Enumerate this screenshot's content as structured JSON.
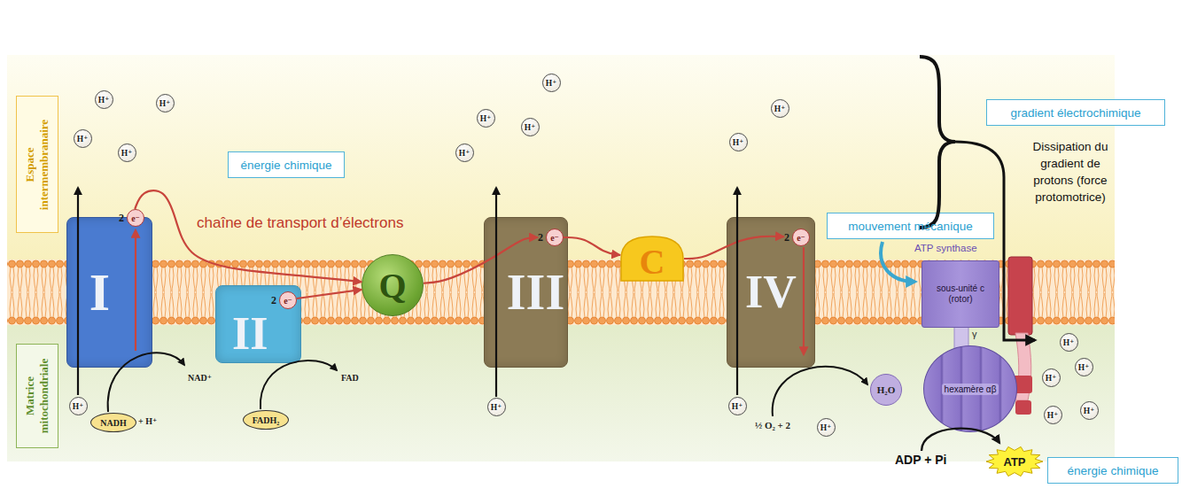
{
  "diagram": {
    "nodes": [
      {
        "text": [
          "Espace intermembranaire"
        ]
      },
      {
        "text": [
          "Matrice mitochondriale"
        ]
      },
      {
        "text": [
          "énergie chimique"
        ]
      },
      {
        "text": [
          "I"
        ]
      },
      {
        "text": [
          "2",
          "e⁻"
        ],
        "in": 3
      },
      {
        "text": [
          "II"
        ]
      },
      {
        "text": [
          "2",
          "e⁻"
        ],
        "in": 5
      },
      {
        "text": [
          "Q"
        ]
      },
      {
        "text": [
          "III"
        ]
      },
      {
        "text": [
          "2",
          "e⁻"
        ],
        "in": 8
      },
      {
        "text": [
          "C"
        ]
      },
      {
        "text": [
          "IV"
        ]
      },
      {
        "text": [
          "2",
          "e⁻"
        ],
        "in": 11
      },
      {
        "text": [
          "NADH"
        ]
      },
      {
        "text": [
          "FADH₂"
        ]
      },
      {
        "text": [
          "H₂O"
        ]
      },
      {
        "text": [
          "mouvement mécanique"
        ]
      },
      {
        "text": [
          "gradient électrochimique"
        ]
      },
      {
        "text": [
          "sous-unité c (rotor)"
        ]
      },
      {
        "text": [
          "hexamère αβ"
        ]
      },
      {
        "text": [
          "ATP"
        ]
      },
      {
        "text": [
          "énergie chimique"
        ]
      },
      {
        "text": [
          "H⁺"
        ]
      },
      {
        "text": [
          "H⁺"
        ]
      },
      {
        "text": [
          "H⁺"
        ]
      },
      {
        "text": [
          "H⁺"
        ]
      },
      {
        "text": [
          "H⁺"
        ]
      },
      {
        "text": [
          "H⁺"
        ]
      },
      {
        "text": [
          "H⁺"
        ]
      },
      {
        "text": [
          "H⁺"
        ]
      },
      {
        "text": [
          "H⁺"
        ]
      },
      {
        "text": [
          "H⁺"
        ]
      },
      {
        "text": [
          "H⁺"
        ]
      },
      {
        "text": [
          "H⁺"
        ]
      },
      {
        "text": [
          "H⁺"
        ]
      },
      {
        "text": [
          "H⁺"
        ]
      },
      {
        "text": [
          "H⁺"
        ]
      },
      {
        "text": [
          "H⁺"
        ]
      },
      {
        "text": [
          "H⁺"
        ]
      },
      {
        "text": [
          "H⁺"
        ]
      },
      {
        "text": [
          "H⁺"
        ]
      }
    ],
    "edges": [
      {
        "from": 4,
        "to": 7,
        "arrow": "to"
      },
      {
        "from": 6,
        "to": 7,
        "arrow": "to"
      },
      {
        "from": 7,
        "to": 9,
        "arrow": "to"
      },
      {
        "from": 9,
        "to": 10,
        "arrow": "to"
      },
      {
        "from": 10,
        "to": 12,
        "arrow": "to"
      }
    ],
    "labels": [
      "chaîne de transport d’électrons",
      "+ H⁺",
      "NAD⁺",
      "FAD",
      "½ O₂ + 2",
      "ATP synthase",
      "γ",
      "Dissipation du gradient de protons (force protomotrice)",
      "ADP + Pi"
    ]
  }
}
